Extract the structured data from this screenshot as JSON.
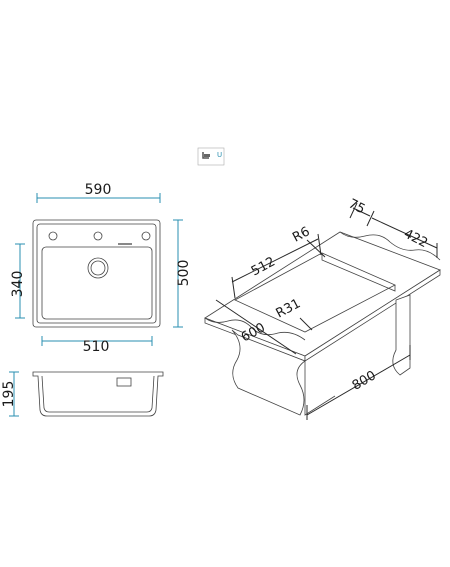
{
  "colors": {
    "dimension_accent": "#2a8fb0",
    "outline": "#444444",
    "background": "#ffffff"
  },
  "icons": {
    "drain_symbol": "drain-u-icon",
    "drain_symbol_label": "U"
  },
  "top_view": {
    "width_outer": "590",
    "width_inner": "510",
    "height_outer": "500",
    "height_inner": "340"
  },
  "side_view": {
    "depth": "195"
  },
  "installation_view": {
    "dim_75": "75",
    "dim_422": "422",
    "radius_r6": "R6",
    "dim_512": "512",
    "radius_r31": "R31",
    "dim_600": "600",
    "dim_800": "800"
  }
}
